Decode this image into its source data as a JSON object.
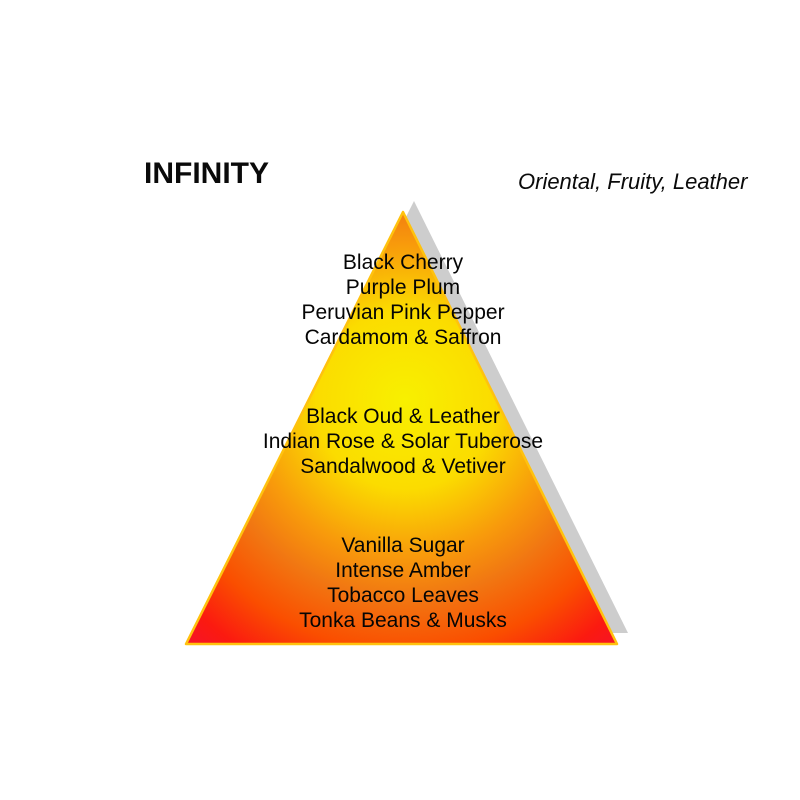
{
  "header": {
    "title": "INFINITY",
    "subtitle": "Oriental, Fruity, Leather"
  },
  "pyramid": {
    "top_notes": [
      "Black Cherry",
      "Purple Plum",
      "Peruvian Pink Pepper",
      "Cardamom & Saffron"
    ],
    "heart_notes": [
      "Black Oud & Leather",
      "Indian Rose & Solar Tuberose",
      "Sandalwood & Vetiver"
    ],
    "base_notes": [
      "Vanilla Sugar",
      "Intense Amber",
      "Tobacco Leaves",
      "Tonka Beans & Musks"
    ]
  },
  "colors": {
    "background": "#FFFFFF",
    "text": "#000000",
    "triangle_gradient": [
      "#F8F000",
      "#FBDC00",
      "#F89B0B",
      "#F17712",
      "#FA4E00",
      "#FB1A10",
      "#F5122B"
    ],
    "edge_stroke": "#FFC20E",
    "shadow": "#CDCDCD"
  }
}
